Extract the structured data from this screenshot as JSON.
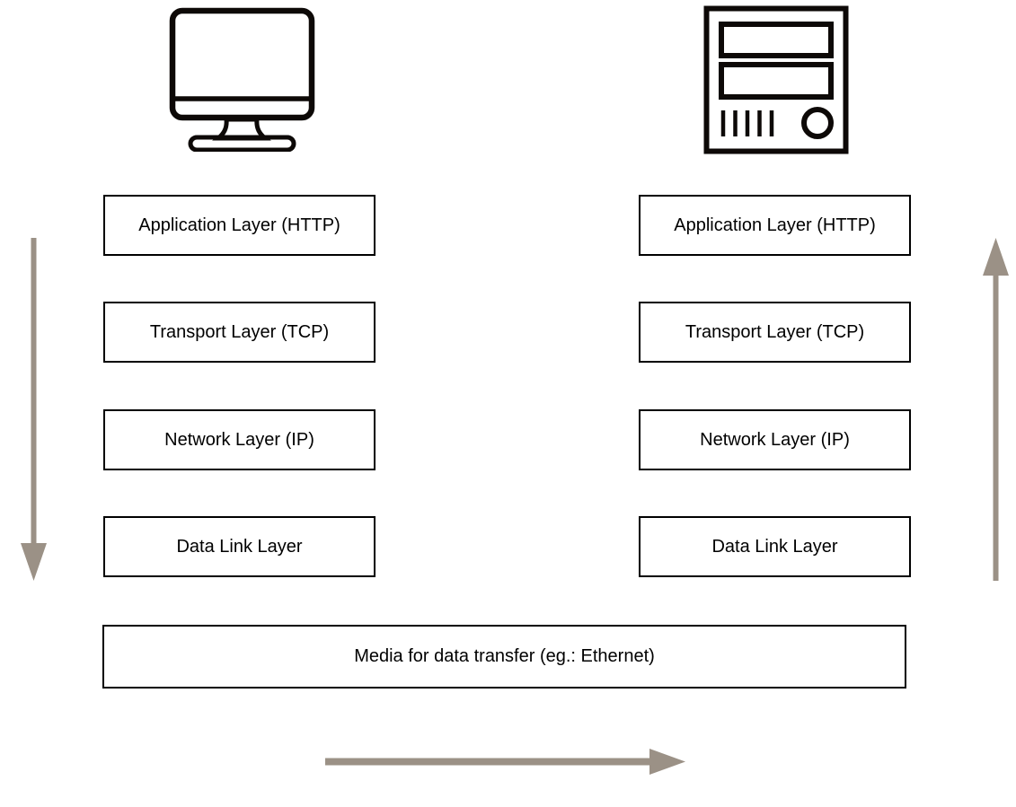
{
  "diagram": {
    "client": {
      "icon": "desktop-computer-icon"
    },
    "server": {
      "icon": "server-icon"
    },
    "layers": [
      {
        "label": "Application Layer (HTTP)"
      },
      {
        "label": "Transport Layer (TCP)"
      },
      {
        "label": "Network Layer (IP)"
      },
      {
        "label": "Data Link Layer"
      }
    ],
    "media": {
      "label": "Media for data transfer (eg.: Ethernet)"
    },
    "arrows": {
      "left": {
        "direction": "down"
      },
      "right": {
        "direction": "up"
      },
      "bottom": {
        "direction": "right"
      }
    },
    "colors": {
      "arrow": "#9b9186",
      "box_border": "#000000",
      "box_background": "#ffffff",
      "text": "#000000",
      "background": "#ffffff"
    }
  }
}
